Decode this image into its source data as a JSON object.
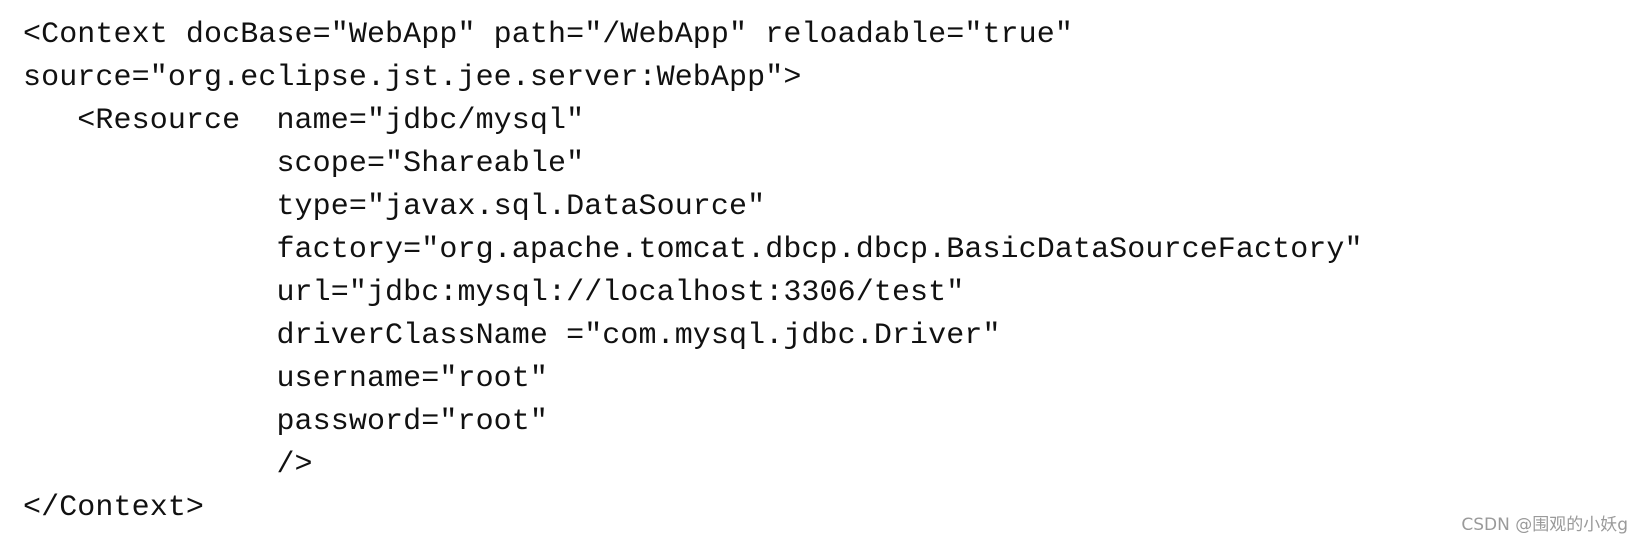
{
  "code": {
    "lines": [
      "<Context docBase=\"WebApp\" path=\"/WebApp\" reloadable=\"true\"",
      "source=\"org.eclipse.jst.jee.server:WebApp\">",
      "   <Resource  name=\"jdbc/mysql\"",
      "              scope=\"Shareable\"",
      "              type=\"javax.sql.DataSource\"",
      "              factory=\"org.apache.tomcat.dbcp.dbcp.BasicDataSourceFactory\"",
      "              url=\"jdbc:mysql://localhost:3306/test\"",
      "              driverClassName =\"com.mysql.jdbc.Driver\"",
      "              username=\"root\"",
      "              password=\"root\"",
      "              />",
      "</Context>"
    ]
  },
  "watermark": {
    "text": "CSDN @围观的小妖g"
  }
}
